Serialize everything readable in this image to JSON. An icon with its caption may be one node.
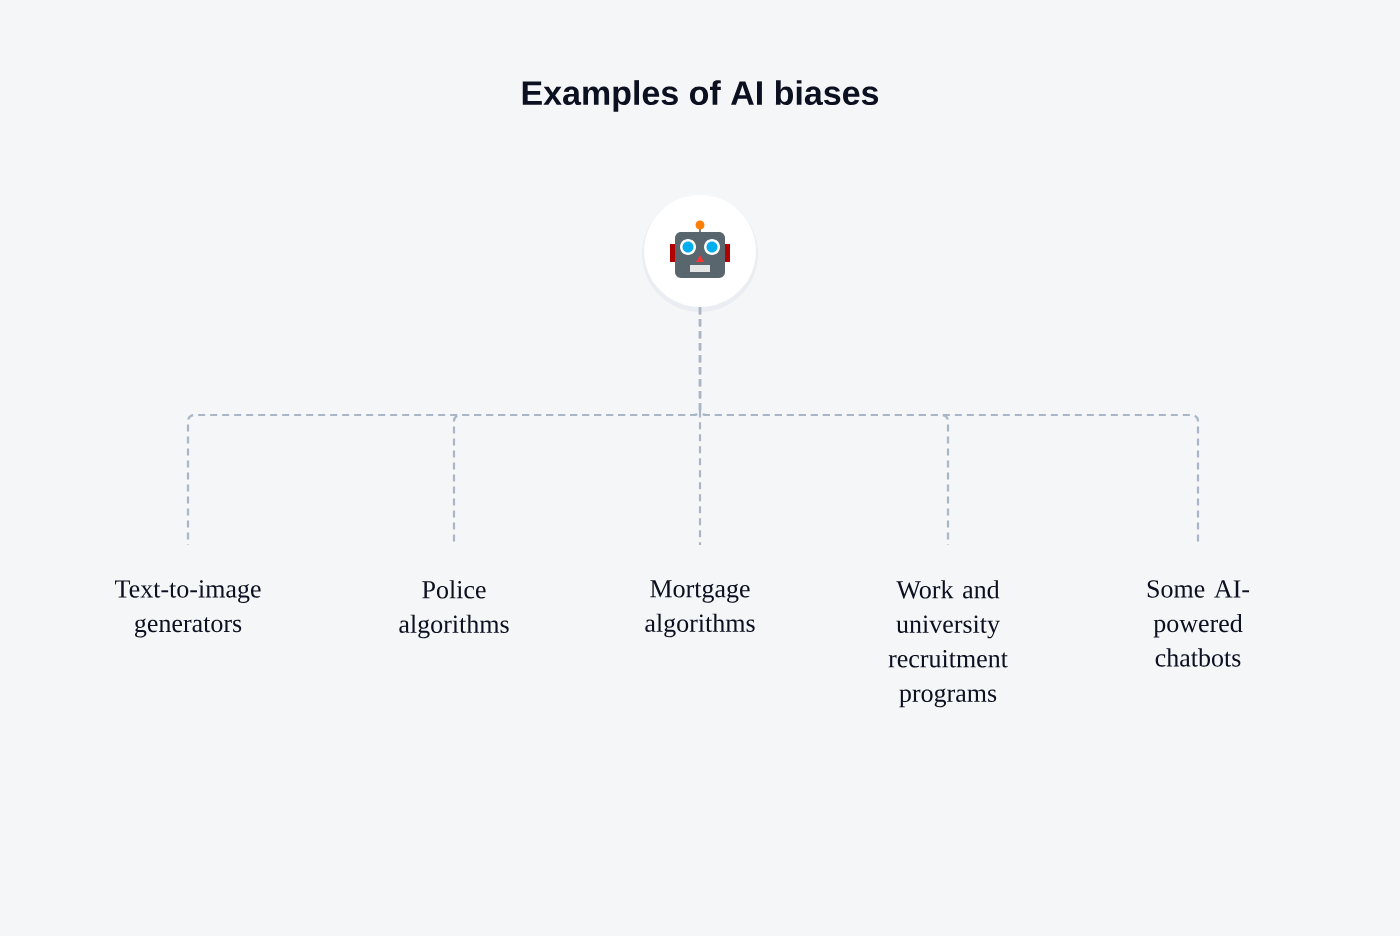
{
  "diagram": {
    "title": "Examples of AI biases",
    "nodes": [
      {
        "text": [],
        "shape": "circle"
      },
      {
        "text": [
          "Text-to-image generators"
        ]
      },
      {
        "text": [
          "Police algorithms"
        ]
      },
      {
        "text": [
          "Mortgage algorithms"
        ]
      },
      {
        "text": [
          "Work and university recruitment programs"
        ]
      },
      {
        "text": [
          "Some AI-powered chatbots"
        ]
      }
    ],
    "edges": [
      {
        "from": 0,
        "to": 1,
        "arrow": "none",
        "style": "dashed"
      },
      {
        "from": 0,
        "to": 2,
        "arrow": "none",
        "style": "dashed"
      },
      {
        "from": 0,
        "to": 3,
        "arrow": "none",
        "style": "dashed"
      },
      {
        "from": 0,
        "to": 4,
        "arrow": "none",
        "style": "dashed"
      },
      {
        "from": 0,
        "to": 5,
        "arrow": "none",
        "style": "dashed"
      }
    ]
  }
}
